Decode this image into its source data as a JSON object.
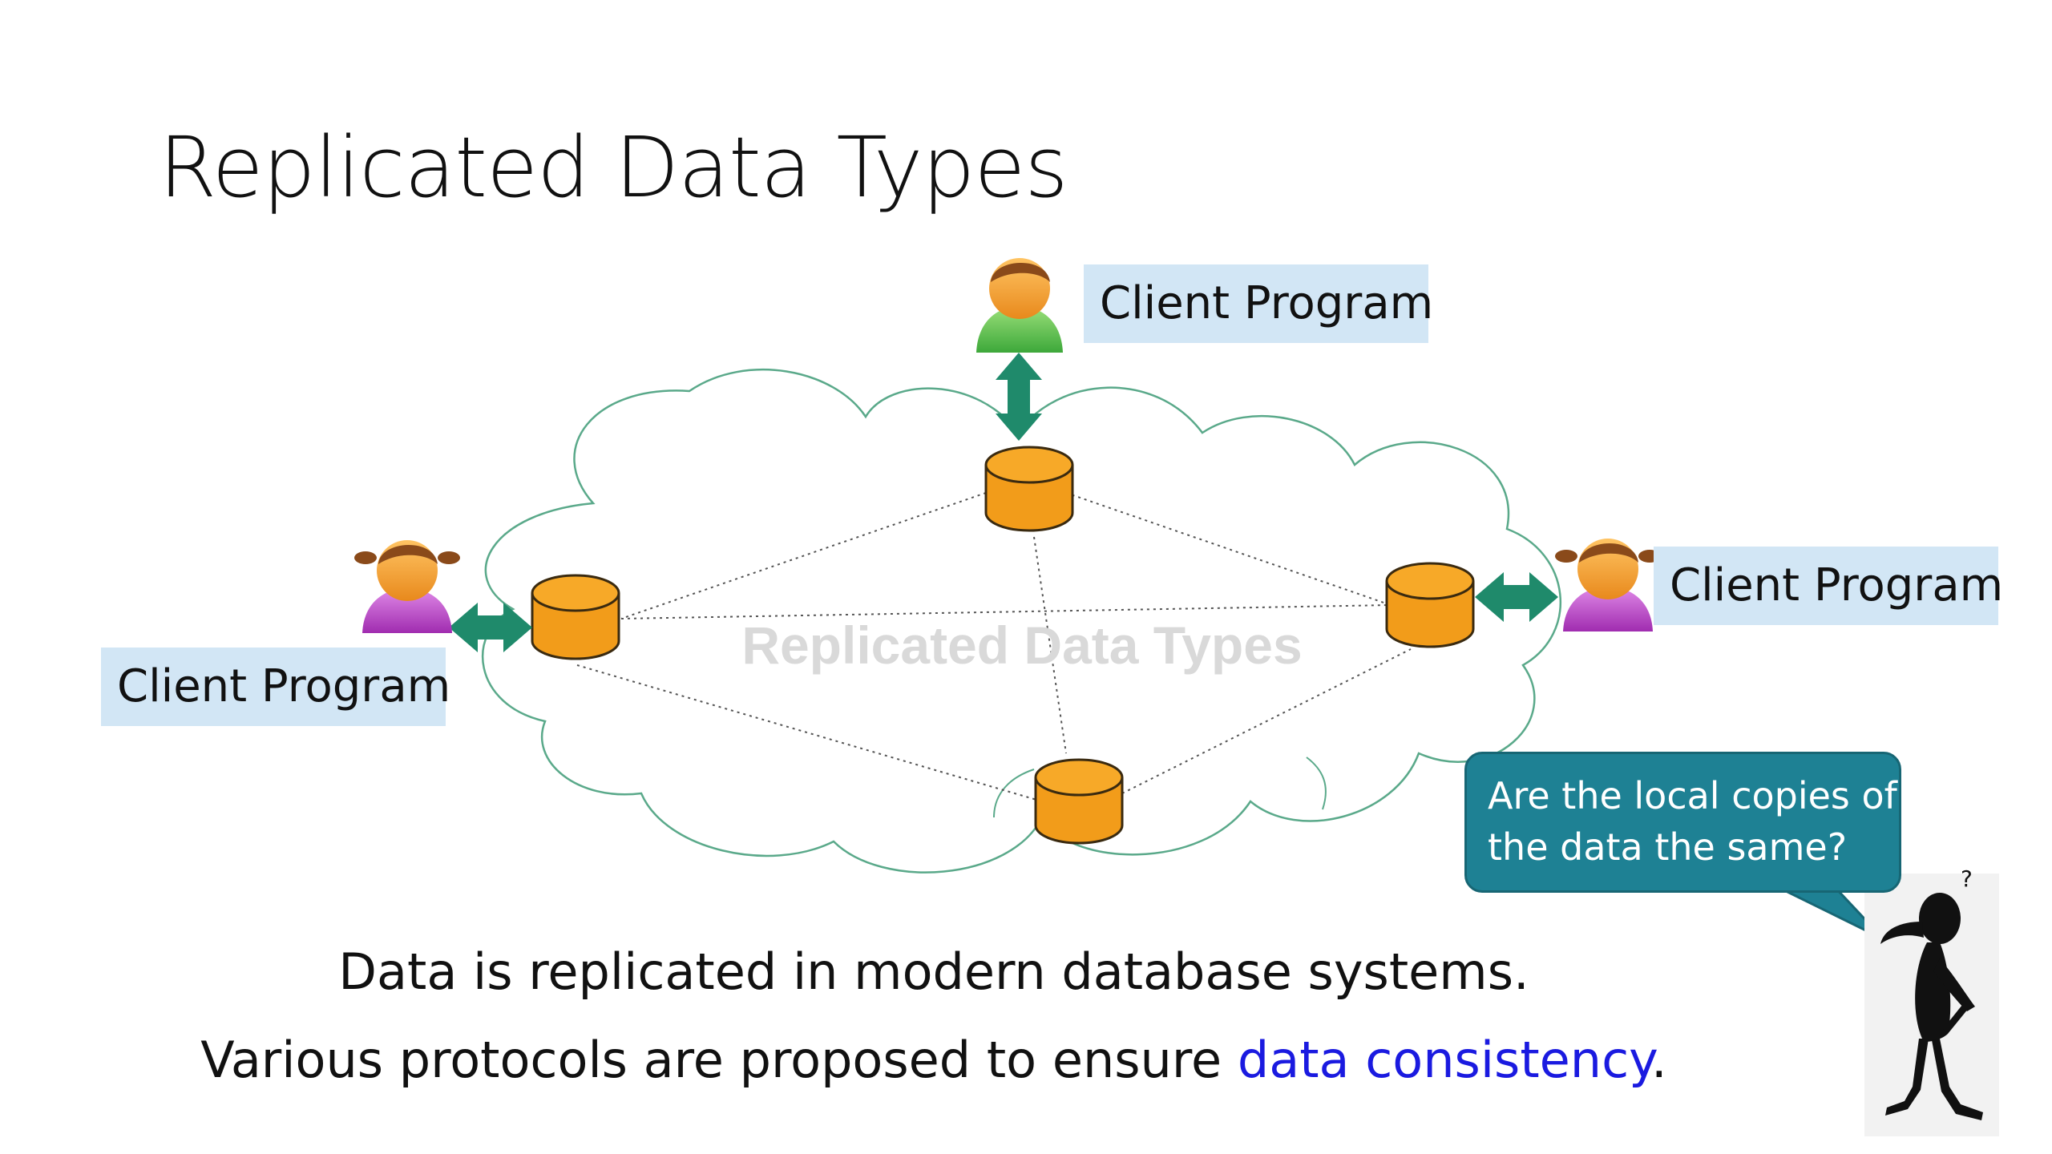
{
  "slide": {
    "title": "Replicated Data Types"
  },
  "diagram": {
    "cloud_label": "Replicated Data Types",
    "clients": {
      "top": "Client Program",
      "right": "Client Program",
      "left": "Client Program"
    },
    "nodes": [
      "database-node-top",
      "database-node-left",
      "database-node-right",
      "database-node-bottom"
    ],
    "colors": {
      "cylinder_fill": "#f29c1a",
      "cylinder_stroke": "#3a2a10",
      "arrow": "#1f8a6b",
      "cloud_stroke": "#5aa98a",
      "client_label_bg": "#d2e6f5",
      "bubble_bg": "#1e8194"
    },
    "thought_bubble": {
      "line1": "Are the local copies of",
      "line2": "the data the same?"
    },
    "thinker_marks": "?"
  },
  "captions": {
    "line1": "Data is replicated in modern database systems.",
    "line2_prefix": "Various protocols are proposed to ensure ",
    "line2_highlight": "data consistency",
    "line2_suffix": ".",
    "highlight_color": "#1a1ae0"
  }
}
